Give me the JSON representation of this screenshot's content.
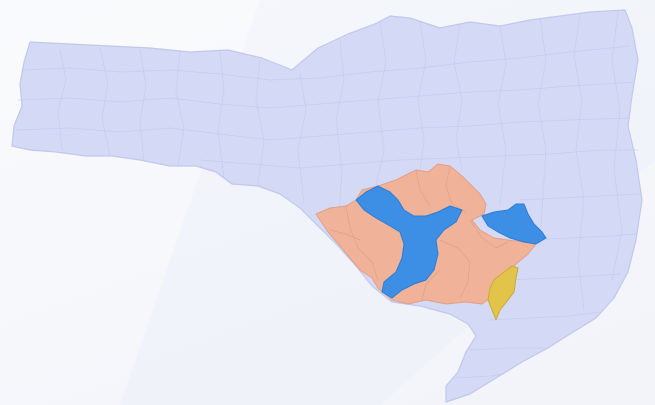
{
  "map": {
    "colors": {
      "background": "#f3f5fa",
      "state_fill": "#d4d9f5",
      "state_border": "#c2c8ec",
      "salmon": "#f0b39a",
      "salmon_border": "#e39f85",
      "blue": "#3d8fe6",
      "blue_border": "#2f7cd3",
      "yellow": "#e2c44a",
      "yellow_border": "#c9ab34"
    },
    "highlight_categories": [
      "salmon",
      "blue",
      "yellow"
    ]
  }
}
